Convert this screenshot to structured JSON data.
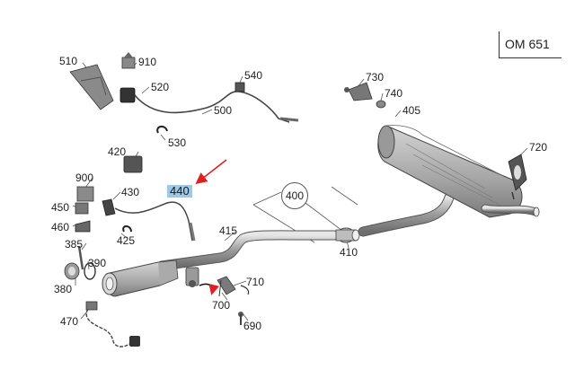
{
  "engine_code": "OM 651",
  "callout_circle": "400",
  "highlighted_part": "440",
  "labels": {
    "p510": "510",
    "p910": "910",
    "p520": "520",
    "p540": "540",
    "p500": "500",
    "p530": "530",
    "p730": "730",
    "p740": "740",
    "p405": "405",
    "p720": "720",
    "p420": "420",
    "p900": "900",
    "p430": "430",
    "p440": "440",
    "p450": "450",
    "p460": "460",
    "p425": "425",
    "p385": "385",
    "p390": "390",
    "p380": "380",
    "p470": "470",
    "p415": "415",
    "p410": "410",
    "p710": "710",
    "p700": "700",
    "p690": "690"
  },
  "colors": {
    "highlight": "#9cc8ea",
    "arrow": "#e02020",
    "line": "#444444",
    "part_fill": "#b9b9b9"
  }
}
